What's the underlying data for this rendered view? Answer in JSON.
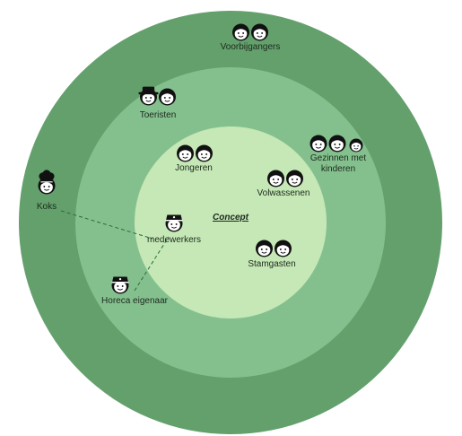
{
  "concept_label": "Concept",
  "colors": {
    "outer_ring": "#63a06c",
    "middle_ring": "#84c08e",
    "inner_ring": "#c5e8b6",
    "icon": "#111111",
    "connector": "#2f6a3a"
  },
  "stakeholders": [
    {
      "id": "voorbijgangers",
      "label": "Voorbijgangers",
      "ring": "outer",
      "icons": [
        "person-icon",
        "person-icon"
      ]
    },
    {
      "id": "toeristen",
      "label": "Toeristen",
      "ring": "middle",
      "icons": [
        "hat-person-icon",
        "person-icon"
      ]
    },
    {
      "id": "gezinnen",
      "label": "Gezinnen met kinderen",
      "ring": "middle",
      "icons": [
        "person-icon",
        "person-icon",
        "child-icon"
      ]
    },
    {
      "id": "koks",
      "label": "Koks",
      "ring": "outer",
      "icons": [
        "chef-icon"
      ]
    },
    {
      "id": "jongeren",
      "label": "Jongeren",
      "ring": "inner",
      "icons": [
        "person-icon",
        "person-icon"
      ]
    },
    {
      "id": "volwassenen",
      "label": "Volwassenen",
      "ring": "inner",
      "icons": [
        "person-icon",
        "person-icon"
      ]
    },
    {
      "id": "medewerkers",
      "label": "medewerkers",
      "ring": "inner",
      "icons": [
        "cap-person-icon"
      ]
    },
    {
      "id": "stamgasten",
      "label": "Stamgasten",
      "ring": "inner",
      "icons": [
        "person-icon",
        "person-icon"
      ]
    },
    {
      "id": "horeca",
      "label": "Horeca eigenaar",
      "ring": "middle",
      "icons": [
        "cap-person-icon"
      ]
    }
  ],
  "connections": [
    {
      "from": "koks",
      "to": "medewerkers"
    },
    {
      "from": "horeca",
      "to": "medewerkers"
    }
  ]
}
